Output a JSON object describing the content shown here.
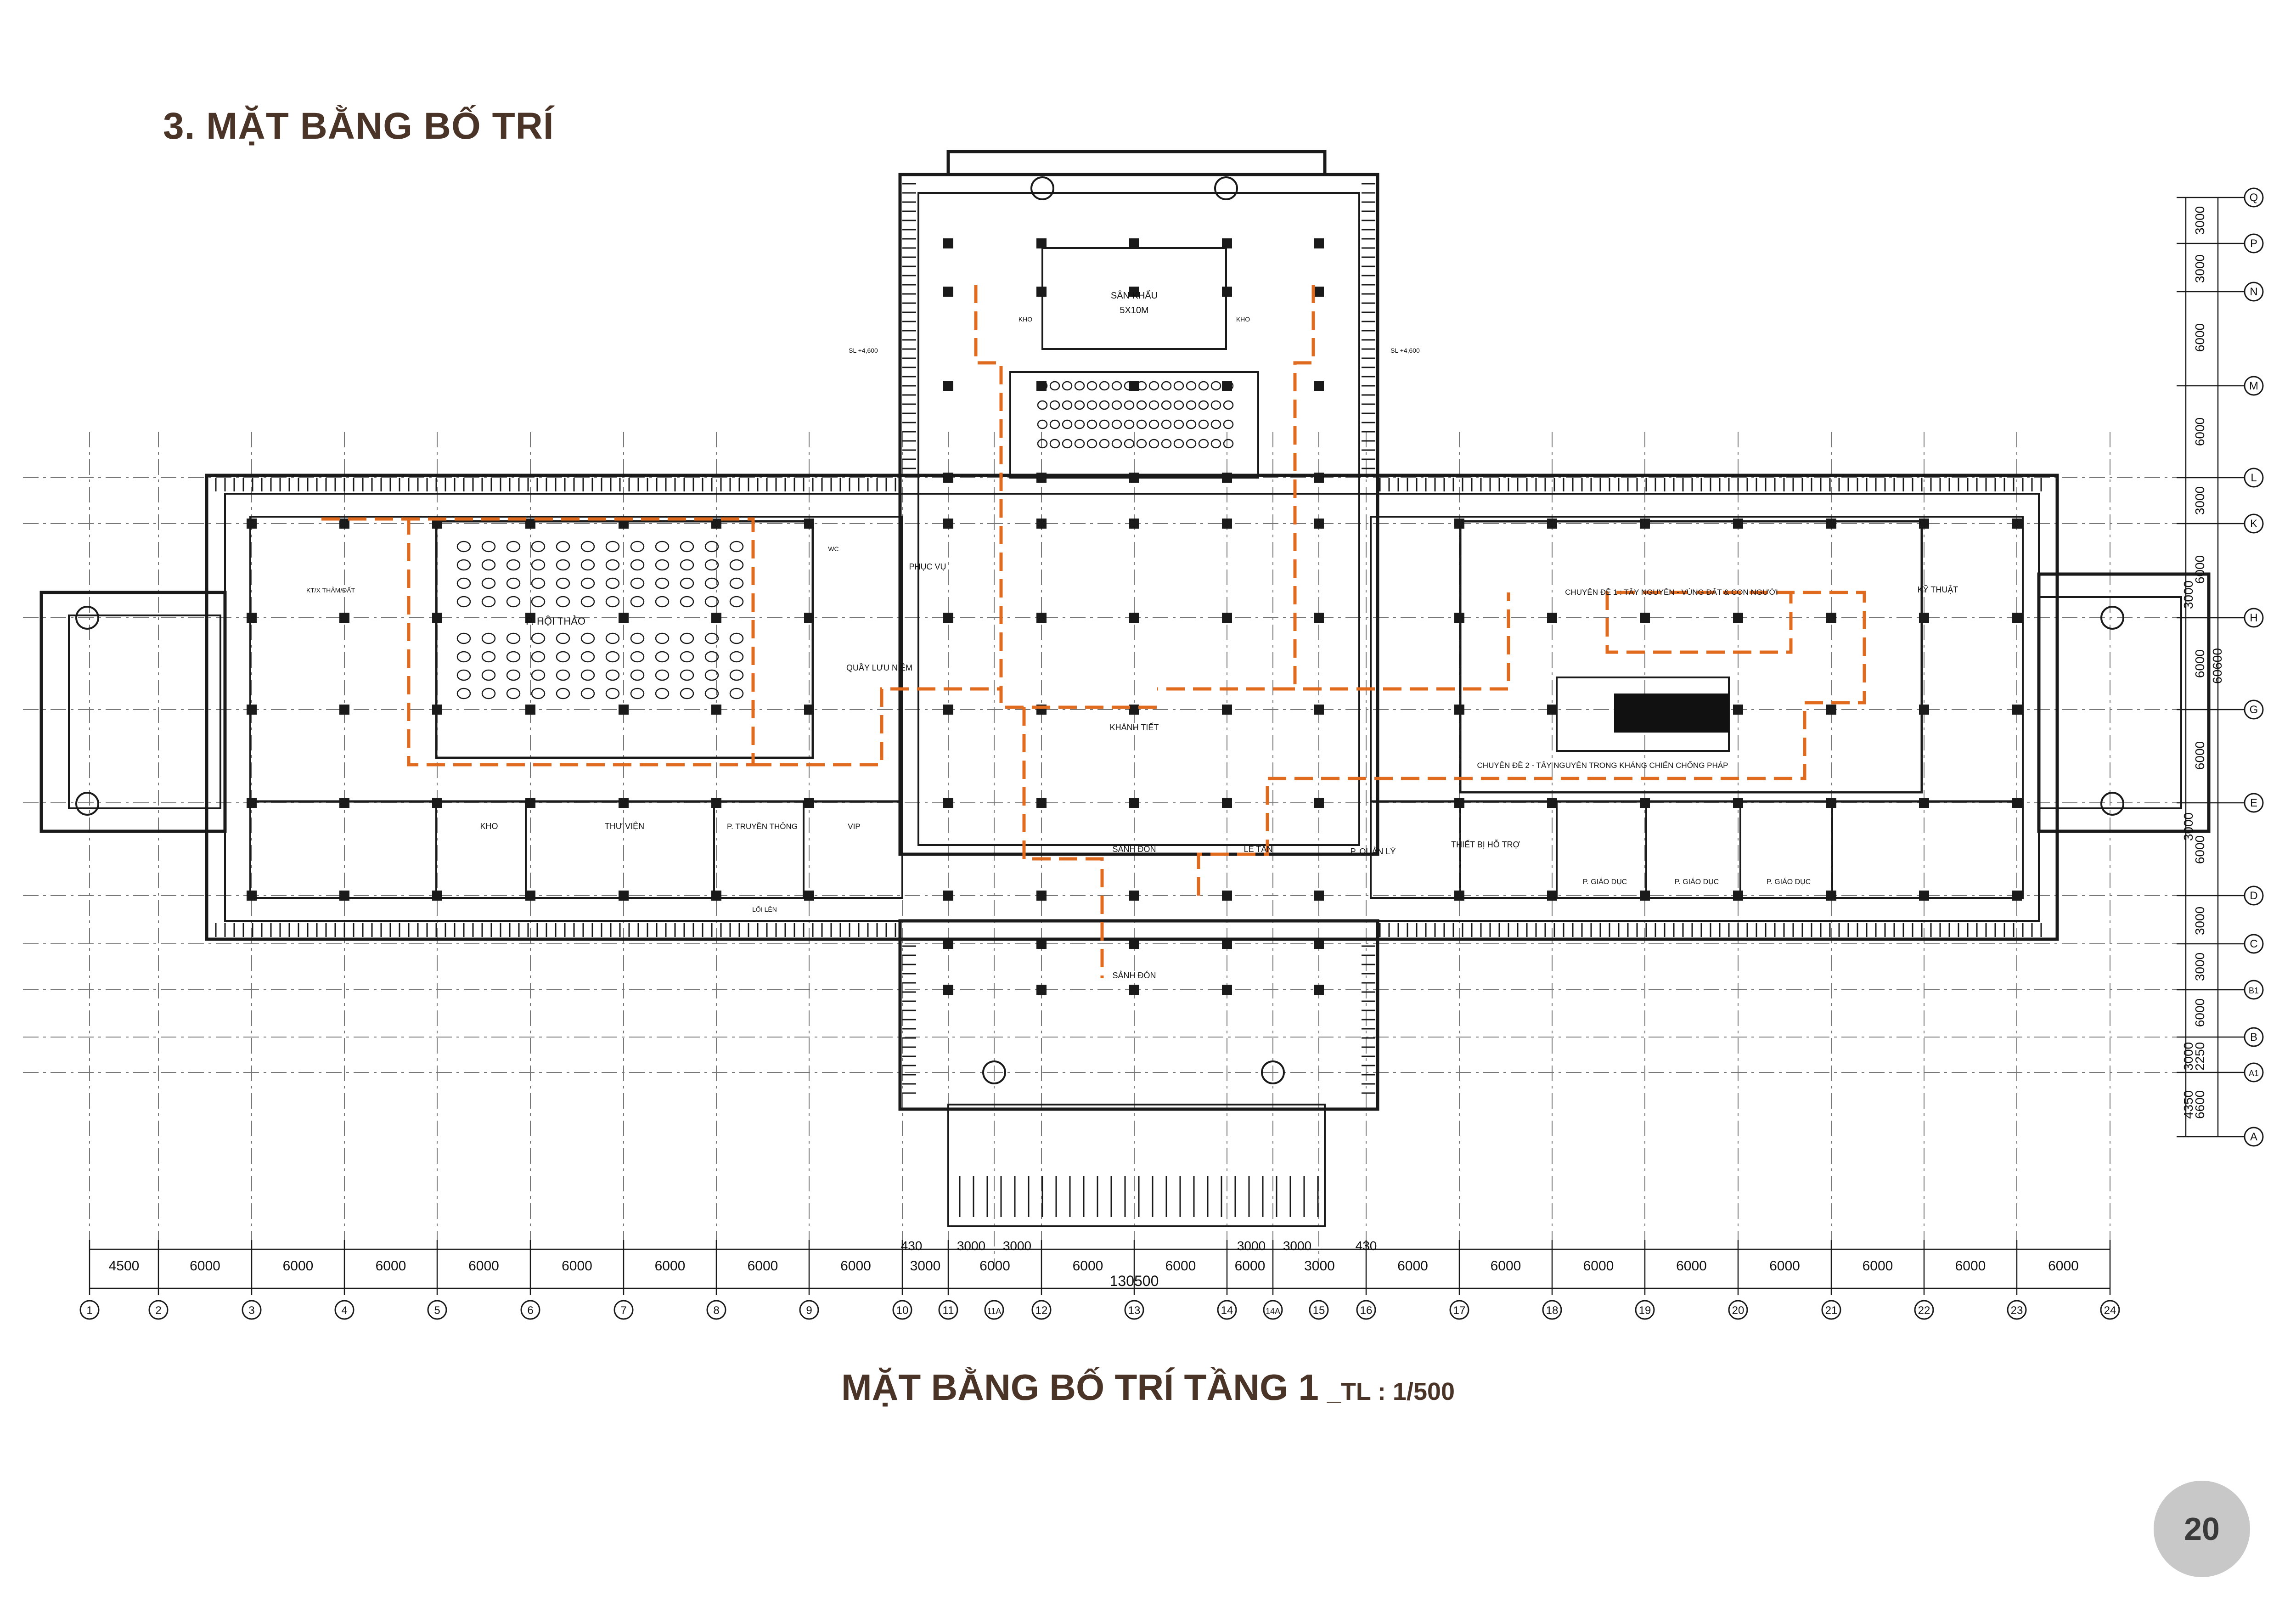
{
  "section_title": "3. MẶT BẰNG BỐ TRÍ",
  "plan_title": "MẶT BẰNG BỐ TRÍ TẦNG 1",
  "plan_scale": "_TL : 1/500",
  "page_number": "20",
  "colors": {
    "wall": "#1a1a1a",
    "grid": "#666666",
    "route": "#e06a1e",
    "title": "#4a3428",
    "badge": "#c8c8c8"
  },
  "column_axes": [
    "1",
    "2",
    "3",
    "4",
    "5",
    "6",
    "7",
    "8",
    "9",
    "10",
    "11",
    "11A",
    "12",
    "13",
    "14",
    "14A",
    "15",
    "16",
    "17",
    "18",
    "19",
    "20",
    "21",
    "22",
    "23",
    "24"
  ],
  "bottom_dimensions": [
    "4500",
    "6000",
    "6000",
    "6000",
    "6000",
    "6000",
    "6000",
    "6000",
    "6000",
    "3000",
    "6000",
    "6000",
    "6000",
    "6000",
    "3000",
    "6000",
    "6000",
    "6000",
    "6000",
    "6000",
    "6000",
    "6000",
    "6000"
  ],
  "upper_dimensions": [
    "430",
    "3000",
    "3000",
    "3000",
    "3000",
    "430"
  ],
  "total_length": "130500",
  "row_axes": [
    "Q",
    "P",
    "N",
    "M",
    "L",
    "K",
    "H",
    "G",
    "E",
    "D",
    "C",
    "B1",
    "B",
    "A1",
    "A"
  ],
  "right_dimensions": [
    "3000",
    "3000",
    "6000",
    "6000",
    "3000",
    "6000",
    "3000",
    "6000",
    "6000",
    "3000",
    "6000",
    "3000",
    "3000",
    "6000",
    "3000",
    "2250",
    "6600",
    "4350"
  ],
  "right_total": "60600",
  "levels": [
    "SL +4,600",
    "SL +4,600"
  ],
  "rooms": {
    "stage": "SÂN KHẤU",
    "stage_size": "5X10M",
    "stage_store_left": "KHO",
    "stage_store_right": "KHO",
    "conference": "P. HỘI THẢO",
    "service": "PHỤC VỤ",
    "souvenir": "QUẦY LƯU NIỆM",
    "guest_hall": "KHÁNH TIẾT",
    "lobby": "SẢNH ĐÓN",
    "lobby_outer": "SẢNH ĐÓN",
    "reception": "LỄ TÂN",
    "manager": "P. QUẢN LÝ",
    "support": "THIẾT BỊ HỖ TRỢ",
    "edu1": "P. GIÁO DỤC",
    "edu2": "P. GIÁO DỤC",
    "edu3": "P. GIÁO DỤC",
    "storage": "KHO",
    "library": "THƯ VIỆN",
    "media": "P. TRUYỀN THÔNG",
    "vip": "VIP",
    "tech_left": "KT/X THẢM/ĐẤT",
    "tech_right": "KỸ THUẬT",
    "theme1": "CHUYÊN ĐỀ 1 : TÂY NGUYÊN - VÙNG ĐẤT & CON NGƯỜI",
    "theme2": "CHUYÊN ĐỀ 2 - TÂY NGUYÊN TRONG KHÁNG CHIẾN CHỐNG PHÁP",
    "ramp": "LỐI LÊN",
    "wc": "WC"
  }
}
